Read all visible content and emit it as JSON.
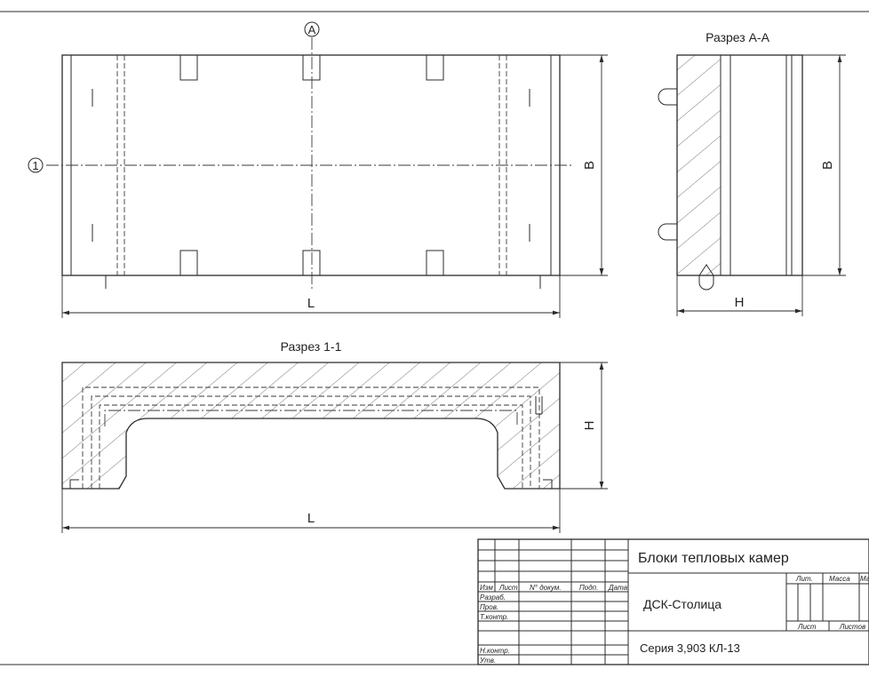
{
  "views": {
    "section_aa_title": "Разрез А-А",
    "section_11_title": "Разрез 1-1",
    "marker_a": "А",
    "marker_1": "1",
    "dim_l_top": "L",
    "dim_l_bottom": "L",
    "dim_b_plan": "В",
    "dim_b_section": "В",
    "dim_h_section_aa": "Н",
    "dim_h_section_11": "Н"
  },
  "title_block": {
    "title": "Блоки тепловых камер",
    "organization": "ДСК-Столица",
    "series": "Серия 3,903 КЛ-13",
    "header_cols": [
      "Изм",
      "Лист",
      "N° докум.",
      "Подп.",
      "Дата"
    ],
    "rows": [
      "Разраб.",
      "Пров.",
      "Т.контр.",
      "",
      "Н.контр.",
      "Утв."
    ],
    "lit": "Лит.",
    "massa": "Масса",
    "masshtab": "Ма",
    "list": "Лист",
    "listov": "Листов"
  },
  "colors": {
    "line": "#2b2b2b",
    "paper": "#ffffff"
  }
}
